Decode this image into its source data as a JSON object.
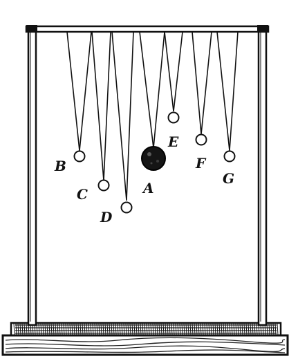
{
  "figure": {
    "description_free": true,
    "pendulums": [
      {
        "label": "A",
        "bob": "heavy"
      },
      {
        "label": "B",
        "bob": "light"
      },
      {
        "label": "C",
        "bob": "light"
      },
      {
        "label": "D",
        "bob": "light"
      },
      {
        "label": "E",
        "bob": "light"
      },
      {
        "label": "F",
        "bob": "light"
      },
      {
        "label": "G",
        "bob": "light"
      }
    ]
  }
}
